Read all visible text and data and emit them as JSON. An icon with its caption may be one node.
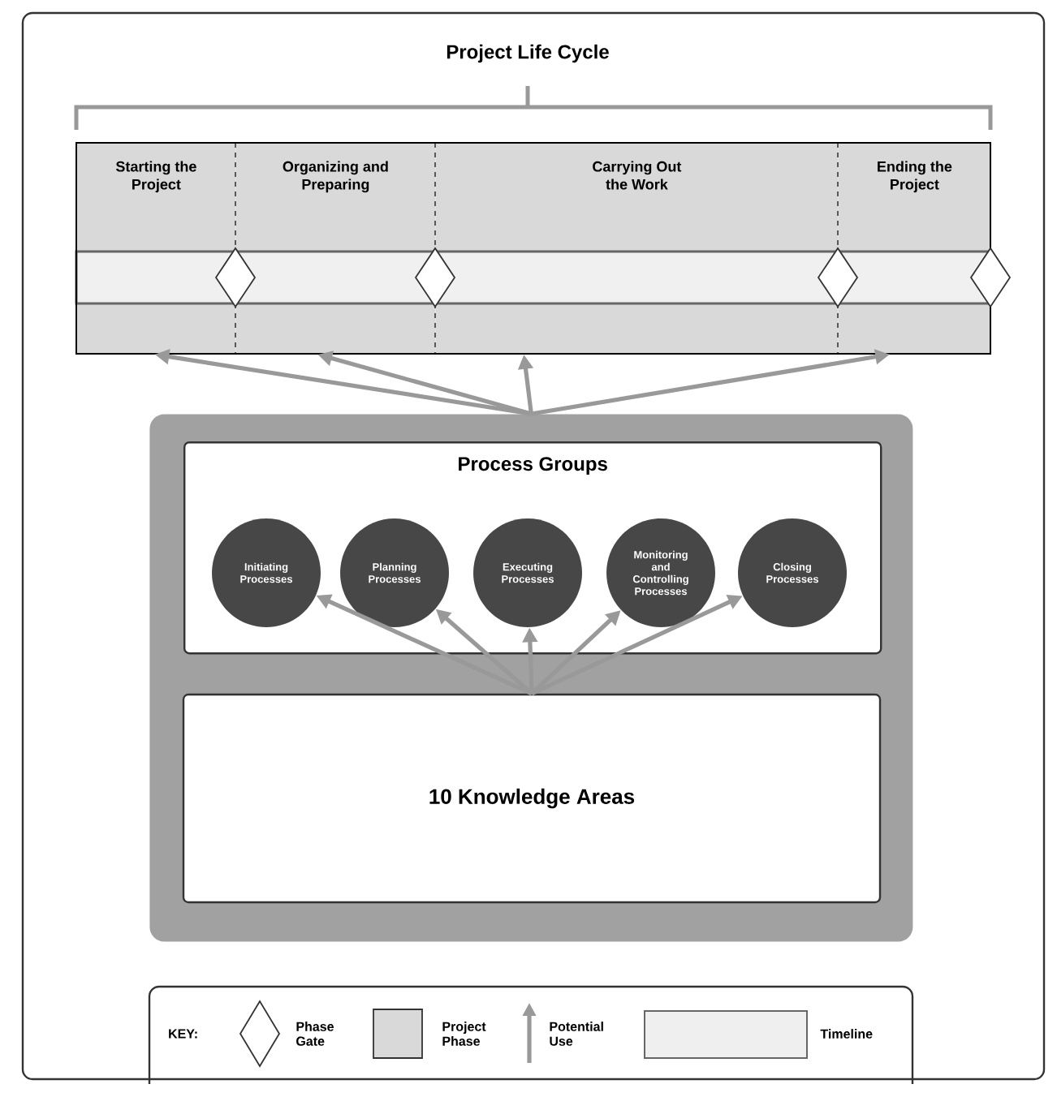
{
  "diagram": {
    "title": "Project Life Cycle",
    "nodes": [
      {
        "text": [
          "Starting the Project"
        ]
      },
      {
        "text": [
          "Organizing and Preparing"
        ]
      },
      {
        "text": [
          "Carrying Out the Work"
        ]
      },
      {
        "text": [
          "Ending the Project"
        ]
      },
      {
        "text": [],
        "shape": "box"
      },
      {
        "text": [
          "Process Groups"
        ],
        "in": 4
      },
      {
        "text": [
          "Initiating Processes"
        ],
        "in": 5
      },
      {
        "text": [
          "Planning Processes"
        ],
        "in": 5
      },
      {
        "text": [
          "Executing Processes"
        ],
        "in": 5
      },
      {
        "text": [
          "Monitoring and Controlling Processes"
        ],
        "in": 5
      },
      {
        "text": [
          "Closing Processes"
        ],
        "in": 5
      },
      {
        "text": [
          "10 Knowledge Areas"
        ],
        "in": 4
      }
    ],
    "edges": [
      {
        "from": 4,
        "to": 0,
        "arrow": "to"
      },
      {
        "from": 4,
        "to": 1,
        "arrow": "to"
      },
      {
        "from": 4,
        "to": 2,
        "arrow": "to"
      },
      {
        "from": 4,
        "to": 3,
        "arrow": "to"
      },
      {
        "from": 11,
        "to": 6,
        "arrow": "to"
      },
      {
        "from": 11,
        "to": 7,
        "arrow": "to"
      },
      {
        "from": 11,
        "to": 8,
        "arrow": "to"
      },
      {
        "from": 11,
        "to": 9,
        "arrow": "to"
      },
      {
        "from": 11,
        "to": 10,
        "arrow": "to"
      }
    ],
    "labels": [
      "KEY:"
    ],
    "legend": [
      {
        "text": "Phase Gate"
      },
      {
        "text": "Project Phase",
        "color": "#d9d9d9"
      },
      {
        "text": "Potential Use"
      },
      {
        "text": "Timeline",
        "color": "#efefef"
      }
    ]
  }
}
